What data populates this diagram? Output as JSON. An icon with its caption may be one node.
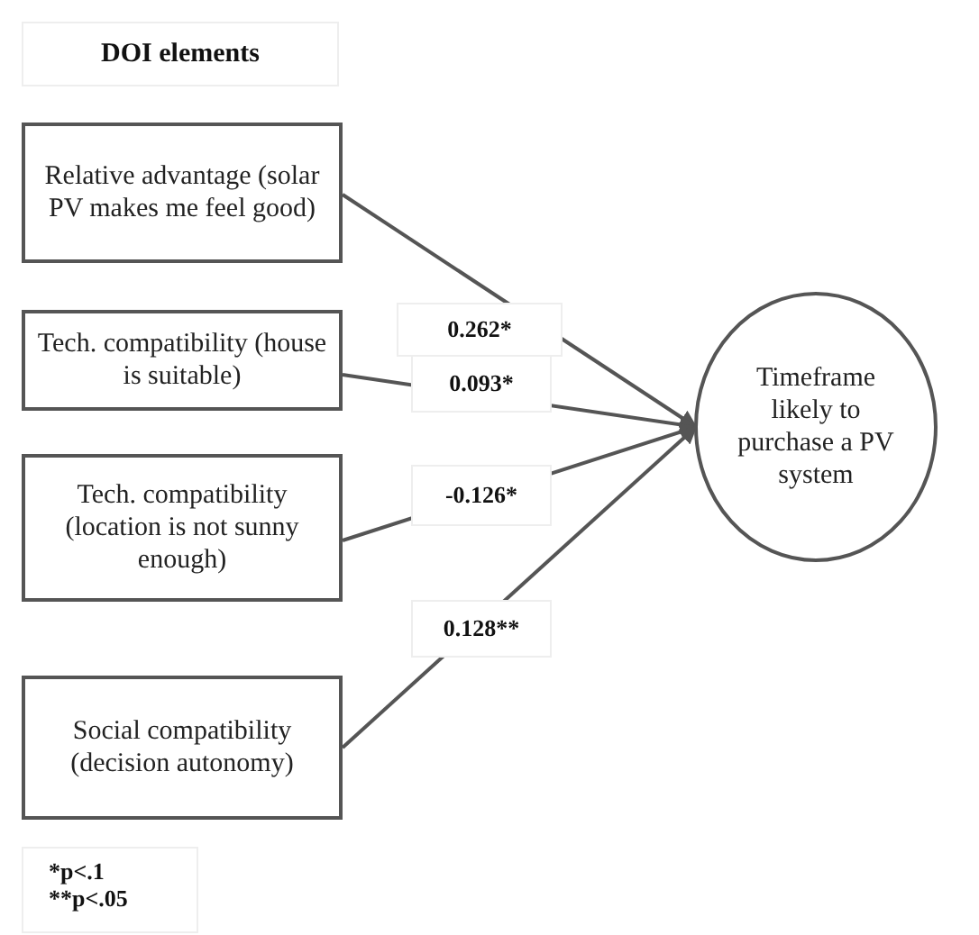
{
  "diagram": {
    "nodes": [
      {
        "text": [
          "Relative advantage (solar PV makes me feel good)"
        ]
      },
      {
        "text": [
          "Tech. compatibility (house is suitable)"
        ]
      },
      {
        "text": [
          "Tech. compatibility (location is not sunny enough)"
        ]
      },
      {
        "text": [
          "Social compatibility (decision autonomy)"
        ]
      },
      {
        "text": [
          "Timeframe likely to purchase a PV system"
        ]
      }
    ],
    "edges": [
      {
        "from": 0,
        "to": 4,
        "arrow": "to",
        "label": "0.262*"
      },
      {
        "from": 1,
        "to": 4,
        "arrow": "to",
        "label": "0.093*"
      },
      {
        "from": 2,
        "to": 4,
        "arrow": "to",
        "label": "-0.126*"
      },
      {
        "from": 3,
        "to": 4,
        "arrow": "to",
        "label": "0.128**"
      }
    ],
    "labels": [
      "DOI elements",
      "*p<.1 **p<.05"
    ]
  }
}
